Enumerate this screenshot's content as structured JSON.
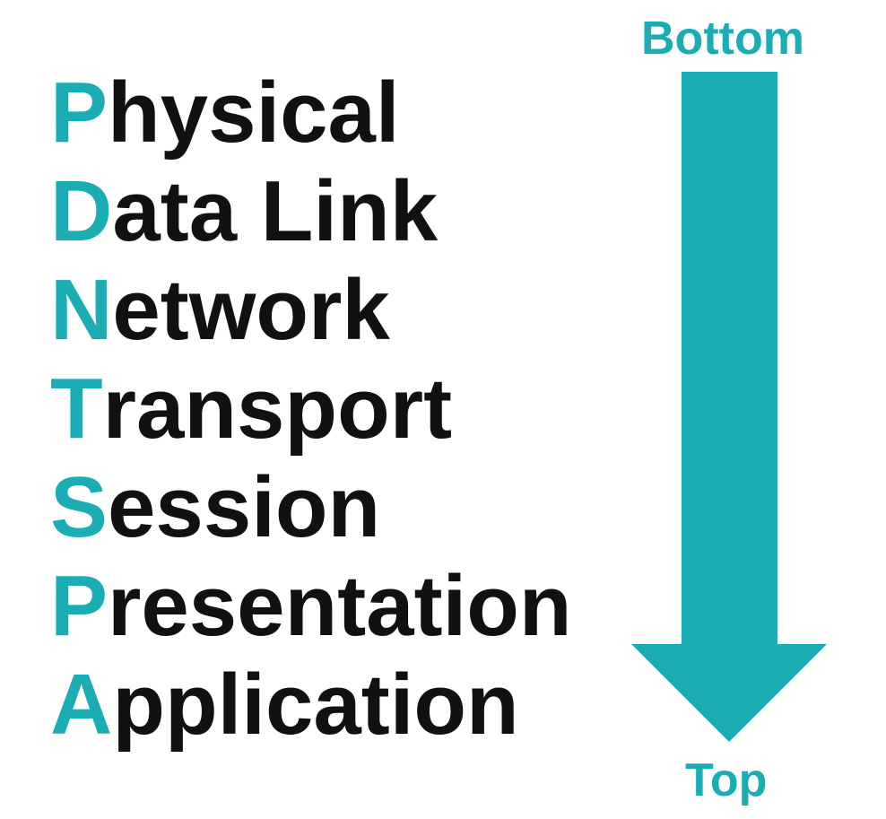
{
  "colors": {
    "accent": "#1aaeb4",
    "text": "#111111",
    "background": "#ffffff"
  },
  "layers": [
    {
      "initial": "P",
      "rest": "hysical"
    },
    {
      "initial": "D",
      "rest": "ata Link"
    },
    {
      "initial": "N",
      "rest": "etwork"
    },
    {
      "initial": "T",
      "rest": "ransport"
    },
    {
      "initial": "S",
      "rest": "ession"
    },
    {
      "initial": "P",
      "rest": "resentation"
    },
    {
      "initial": "A",
      "rest": "pplication"
    }
  ],
  "arrow": {
    "start_label": "Bottom",
    "end_label": "Top",
    "direction": "down"
  }
}
